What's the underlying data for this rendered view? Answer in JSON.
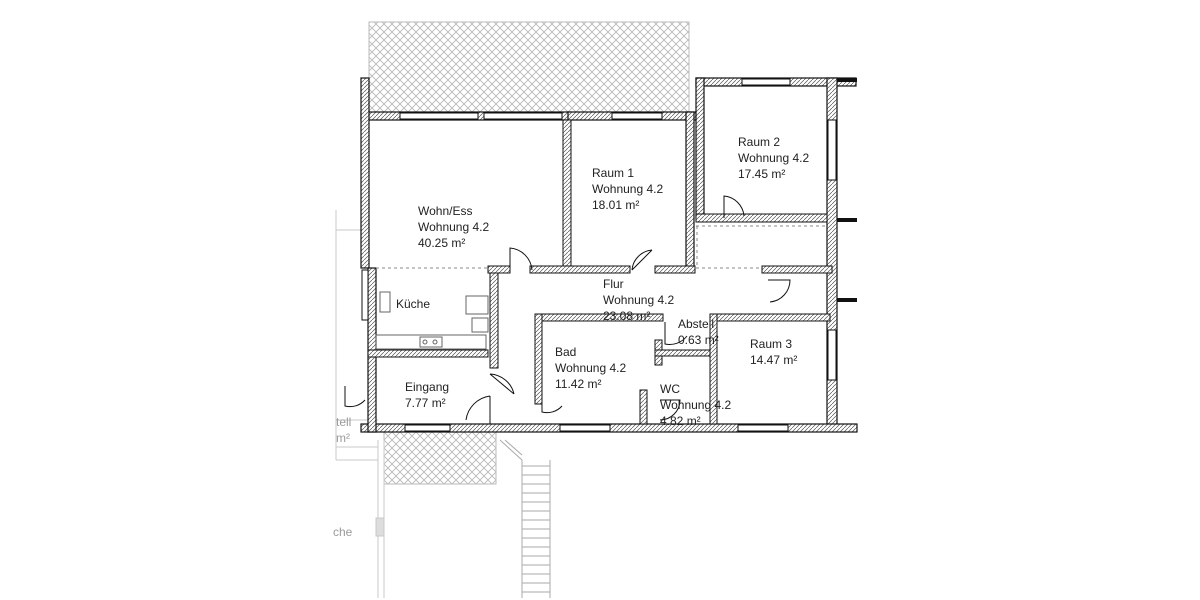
{
  "rooms": {
    "wohn_ess": {
      "name": "Wohn/Ess",
      "unit": "Wohnung 4.2",
      "area": "40.25 m²"
    },
    "raum1": {
      "name": "Raum 1",
      "unit": "Wohnung 4.2",
      "area": "18.01 m²"
    },
    "raum2": {
      "name": "Raum 2",
      "unit": "Wohnung 4.2",
      "area": "17.45 m²"
    },
    "kueche": {
      "name": "Küche"
    },
    "flur": {
      "name": "Flur",
      "unit": "Wohnung 4.2",
      "area": "23.08 m²"
    },
    "abstell": {
      "name": "Abstell",
      "area": "0.63 m²"
    },
    "raum3": {
      "name": "Raum 3",
      "area": "14.47 m²"
    },
    "bad": {
      "name": "Bad",
      "unit": "Wohnung 4.2",
      "area": "11.42 m²"
    },
    "wc": {
      "name": "WC",
      "unit": "Wohnung 4.2",
      "area": "4.82 m²"
    },
    "eingang": {
      "name": "Eingang",
      "area": "7.77 m²"
    }
  },
  "outside": {
    "left_cut_1": "tell",
    "left_cut_2": "m²",
    "left_cut_3": "che"
  }
}
